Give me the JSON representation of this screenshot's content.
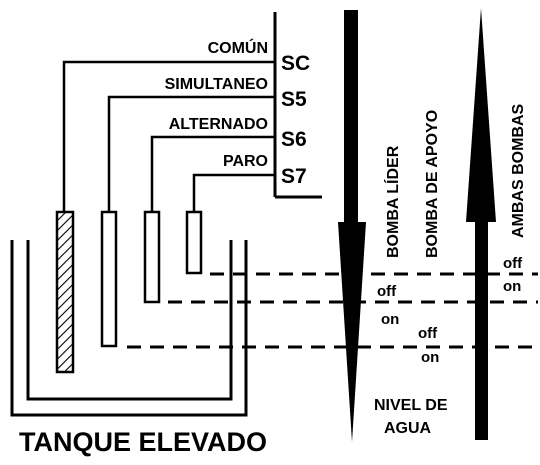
{
  "terminals": [
    {
      "label": "COMÚN",
      "id": "SC"
    },
    {
      "label": "SIMULTANEO",
      "id": "S5"
    },
    {
      "label": "ALTERNADO",
      "id": "S6"
    },
    {
      "label": "PARO",
      "id": "S7"
    }
  ],
  "arrows": {
    "down_label": "BOMBA LÍDER",
    "up_label": "AMBAS BOMBAS"
  },
  "middle_label": "BOMBA DE APOYO",
  "states": {
    "off": "off",
    "on": "on"
  },
  "level_label_line1": "NIVEL DE",
  "level_label_line2": "AGUA",
  "tank_title": "TANQUE ELEVADO"
}
